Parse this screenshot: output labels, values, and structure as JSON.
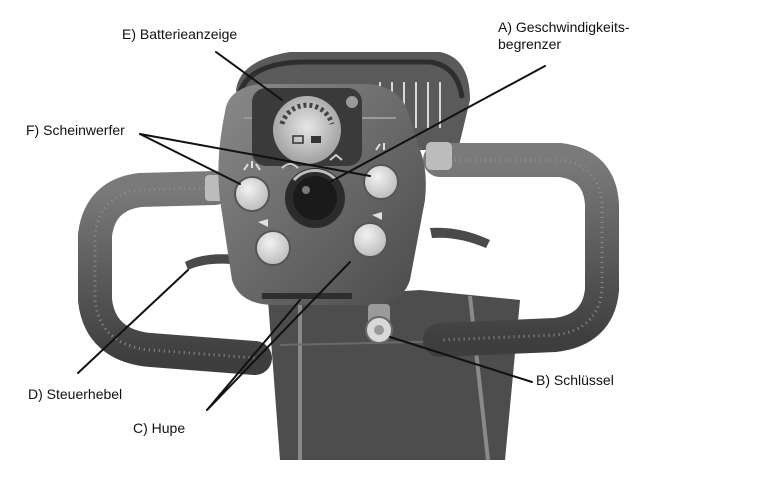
{
  "labels": {
    "a": {
      "line1": "A) Geschwindigkeits-",
      "line2": "begrenzer"
    },
    "b": "B) Schlüssel",
    "c": "C) Hupe",
    "d": "D) Steuerhebel",
    "e": "E) Batterieanzeige",
    "f": "F) Scheinwerfer"
  },
  "colors": {
    "line": "#111111",
    "console": "#6e6e6e",
    "console_dark": "#3c3c3c",
    "handle": "#5a5a5a",
    "button": "#d6d6d6",
    "basket": "#4a4a4a"
  }
}
